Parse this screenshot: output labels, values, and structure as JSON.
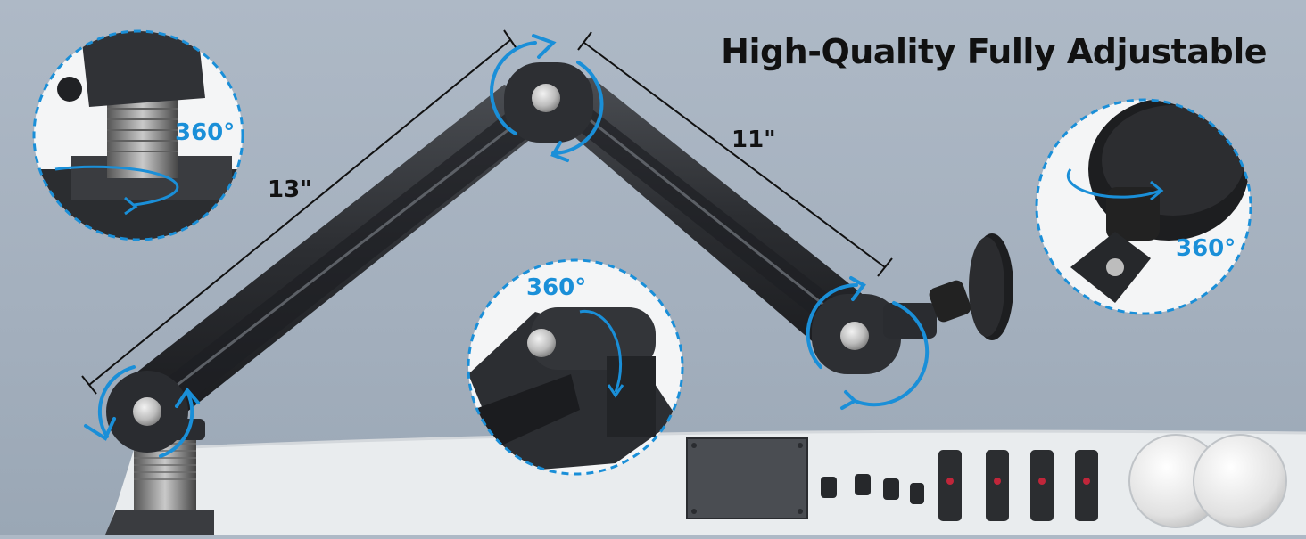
{
  "headline": "High-Quality Fully Adjustable",
  "dimensions": {
    "lower_arm": "13\"",
    "upper_arm": "11\""
  },
  "rotation_labels": {
    "base_detail": "360°",
    "joint_detail": "360°",
    "mount_detail": "360°"
  },
  "colors": {
    "background": "#a9b5c2",
    "arm": "#2b2d30",
    "accent": "#1a8fd8",
    "desk": "#e9ecee"
  }
}
